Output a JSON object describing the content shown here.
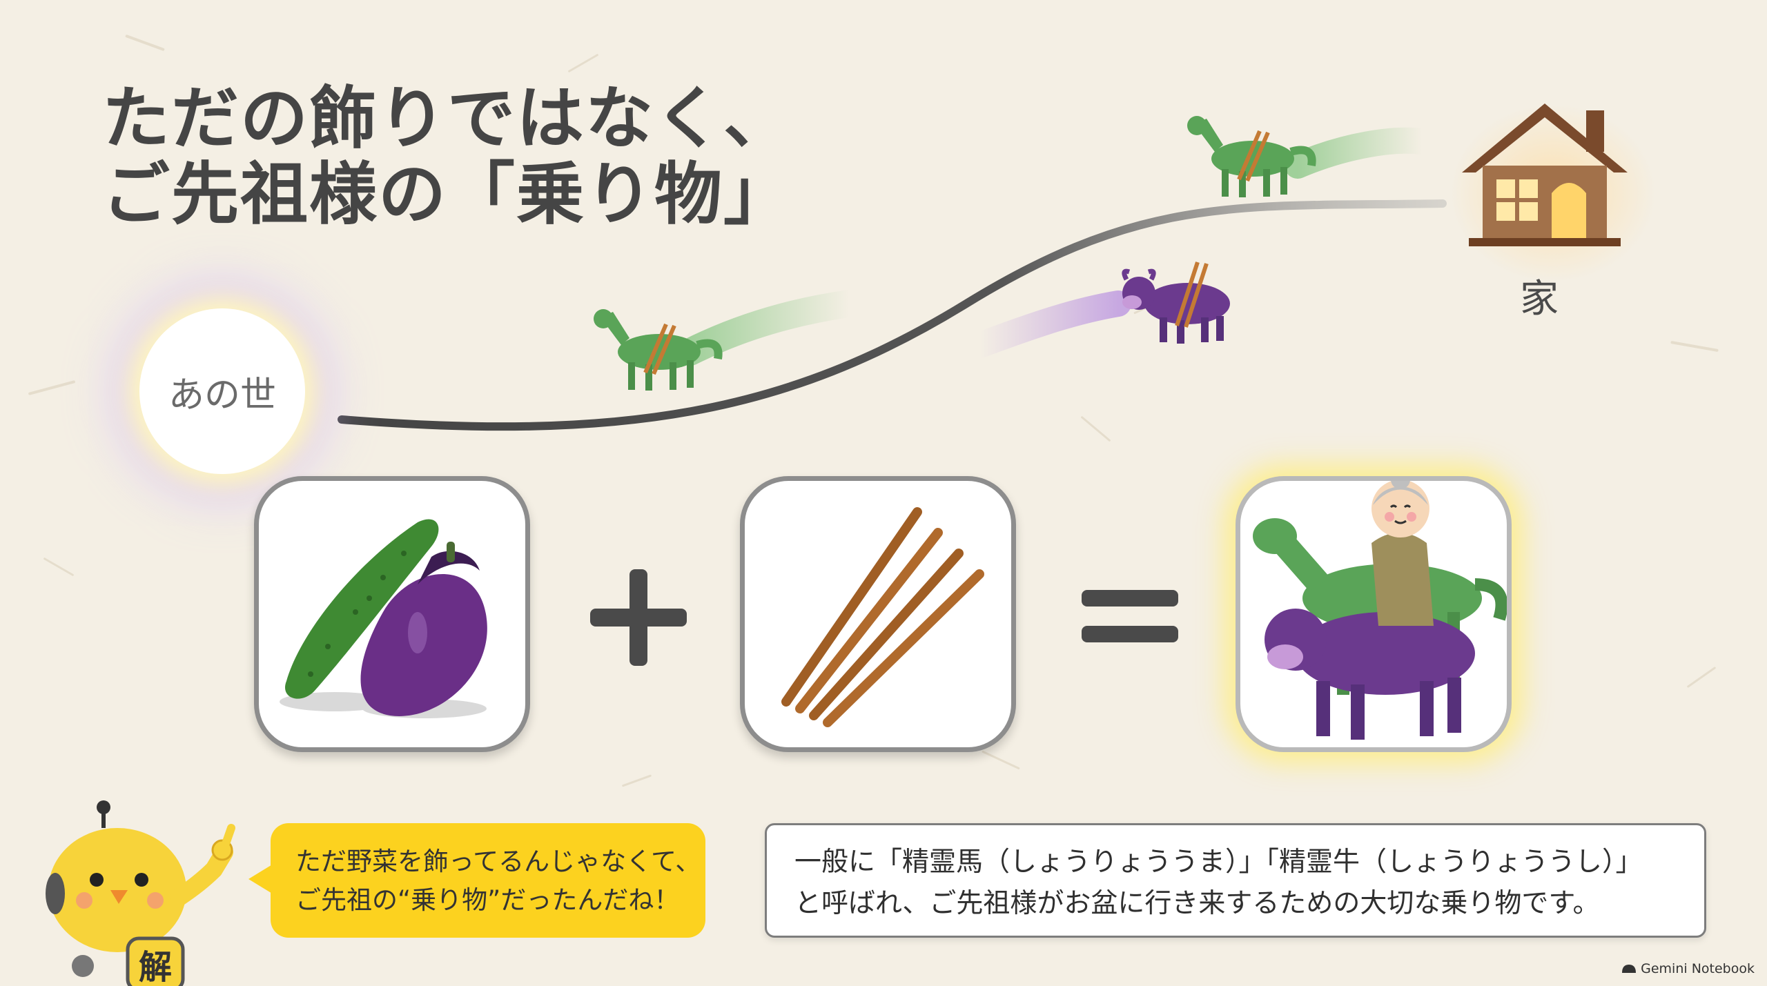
{
  "title": {
    "line1": "ただの飾りではなく、",
    "line2": "ご先祖様の「乗り物」"
  },
  "path": {
    "start_label": "あの世",
    "end_label": "家"
  },
  "equation": {
    "item1": "cucumber-and-eggplant",
    "operator1": "+",
    "item2": "wooden-sticks",
    "operator2": "=",
    "result": "grandmother-riding-horse-and-cow"
  },
  "mascot": {
    "badge": "解",
    "speech_line1": "ただ野菜を飾ってるんじゃなくて、",
    "speech_line2": "ご先祖の“乗り物”だったんだね！"
  },
  "note": {
    "line1": "一般に「精霊馬（しょうりょううま）」「精霊牛（しょうりょううし）」",
    "line2": "と呼ばれ、ご先祖様がお盆に行き来するための大切な乗り物です。"
  },
  "watermark": "Gemini Notebook",
  "colors": {
    "background": "#f4efe4",
    "horse_green": "#5aa458",
    "cow_purple": "#6b3a8e",
    "bubble_yellow": "#fcd21f",
    "house_brown": "#8a5a3a"
  }
}
